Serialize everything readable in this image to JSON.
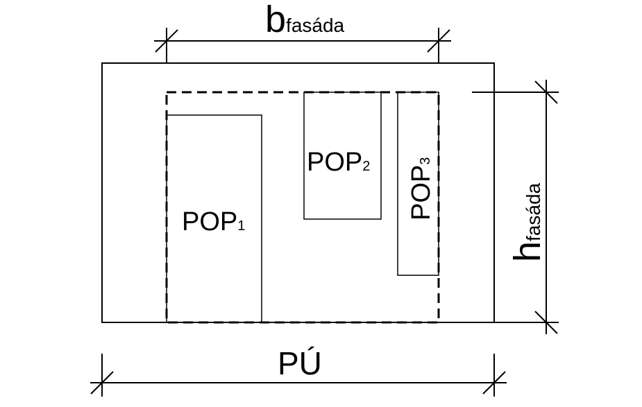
{
  "labels": {
    "b_main": "b",
    "b_sub": "fasáda",
    "h_main": "h",
    "h_sub": "fasáda",
    "pu": "PÚ",
    "pop1_main": "POP",
    "pop1_sub": "1",
    "pop2_main": "POP",
    "pop2_sub": "2",
    "pop3_main": "POP",
    "pop3_sub": "3"
  }
}
